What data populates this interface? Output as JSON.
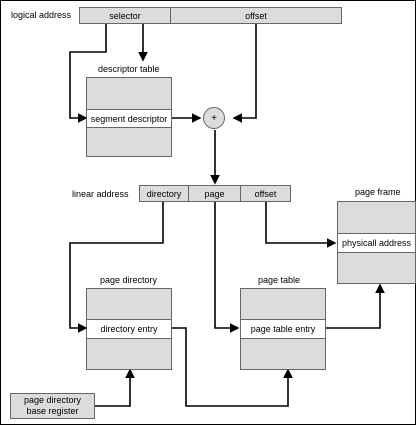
{
  "logical_address": {
    "label": "logical address",
    "fields": [
      "selector",
      "offset"
    ]
  },
  "descriptor_table": {
    "title": "descriptor table",
    "entry": "segment descriptor"
  },
  "adder": {
    "symbol": "+"
  },
  "linear_address": {
    "label": "linear address",
    "fields": [
      "directory",
      "page",
      "offset"
    ]
  },
  "page_frame": {
    "title": "page frame",
    "entry": "physicall address"
  },
  "page_directory": {
    "title": "page directory",
    "entry": "directory entry"
  },
  "page_table": {
    "title": "page table",
    "entry": "page table entry"
  },
  "page_directory_base_register": {
    "line1": "page directory",
    "line2": "base register"
  },
  "colors": {
    "box_fill": "#dcdcdc",
    "entry_fill": "#ffffff",
    "line": "#000000",
    "border": "#666666"
  }
}
